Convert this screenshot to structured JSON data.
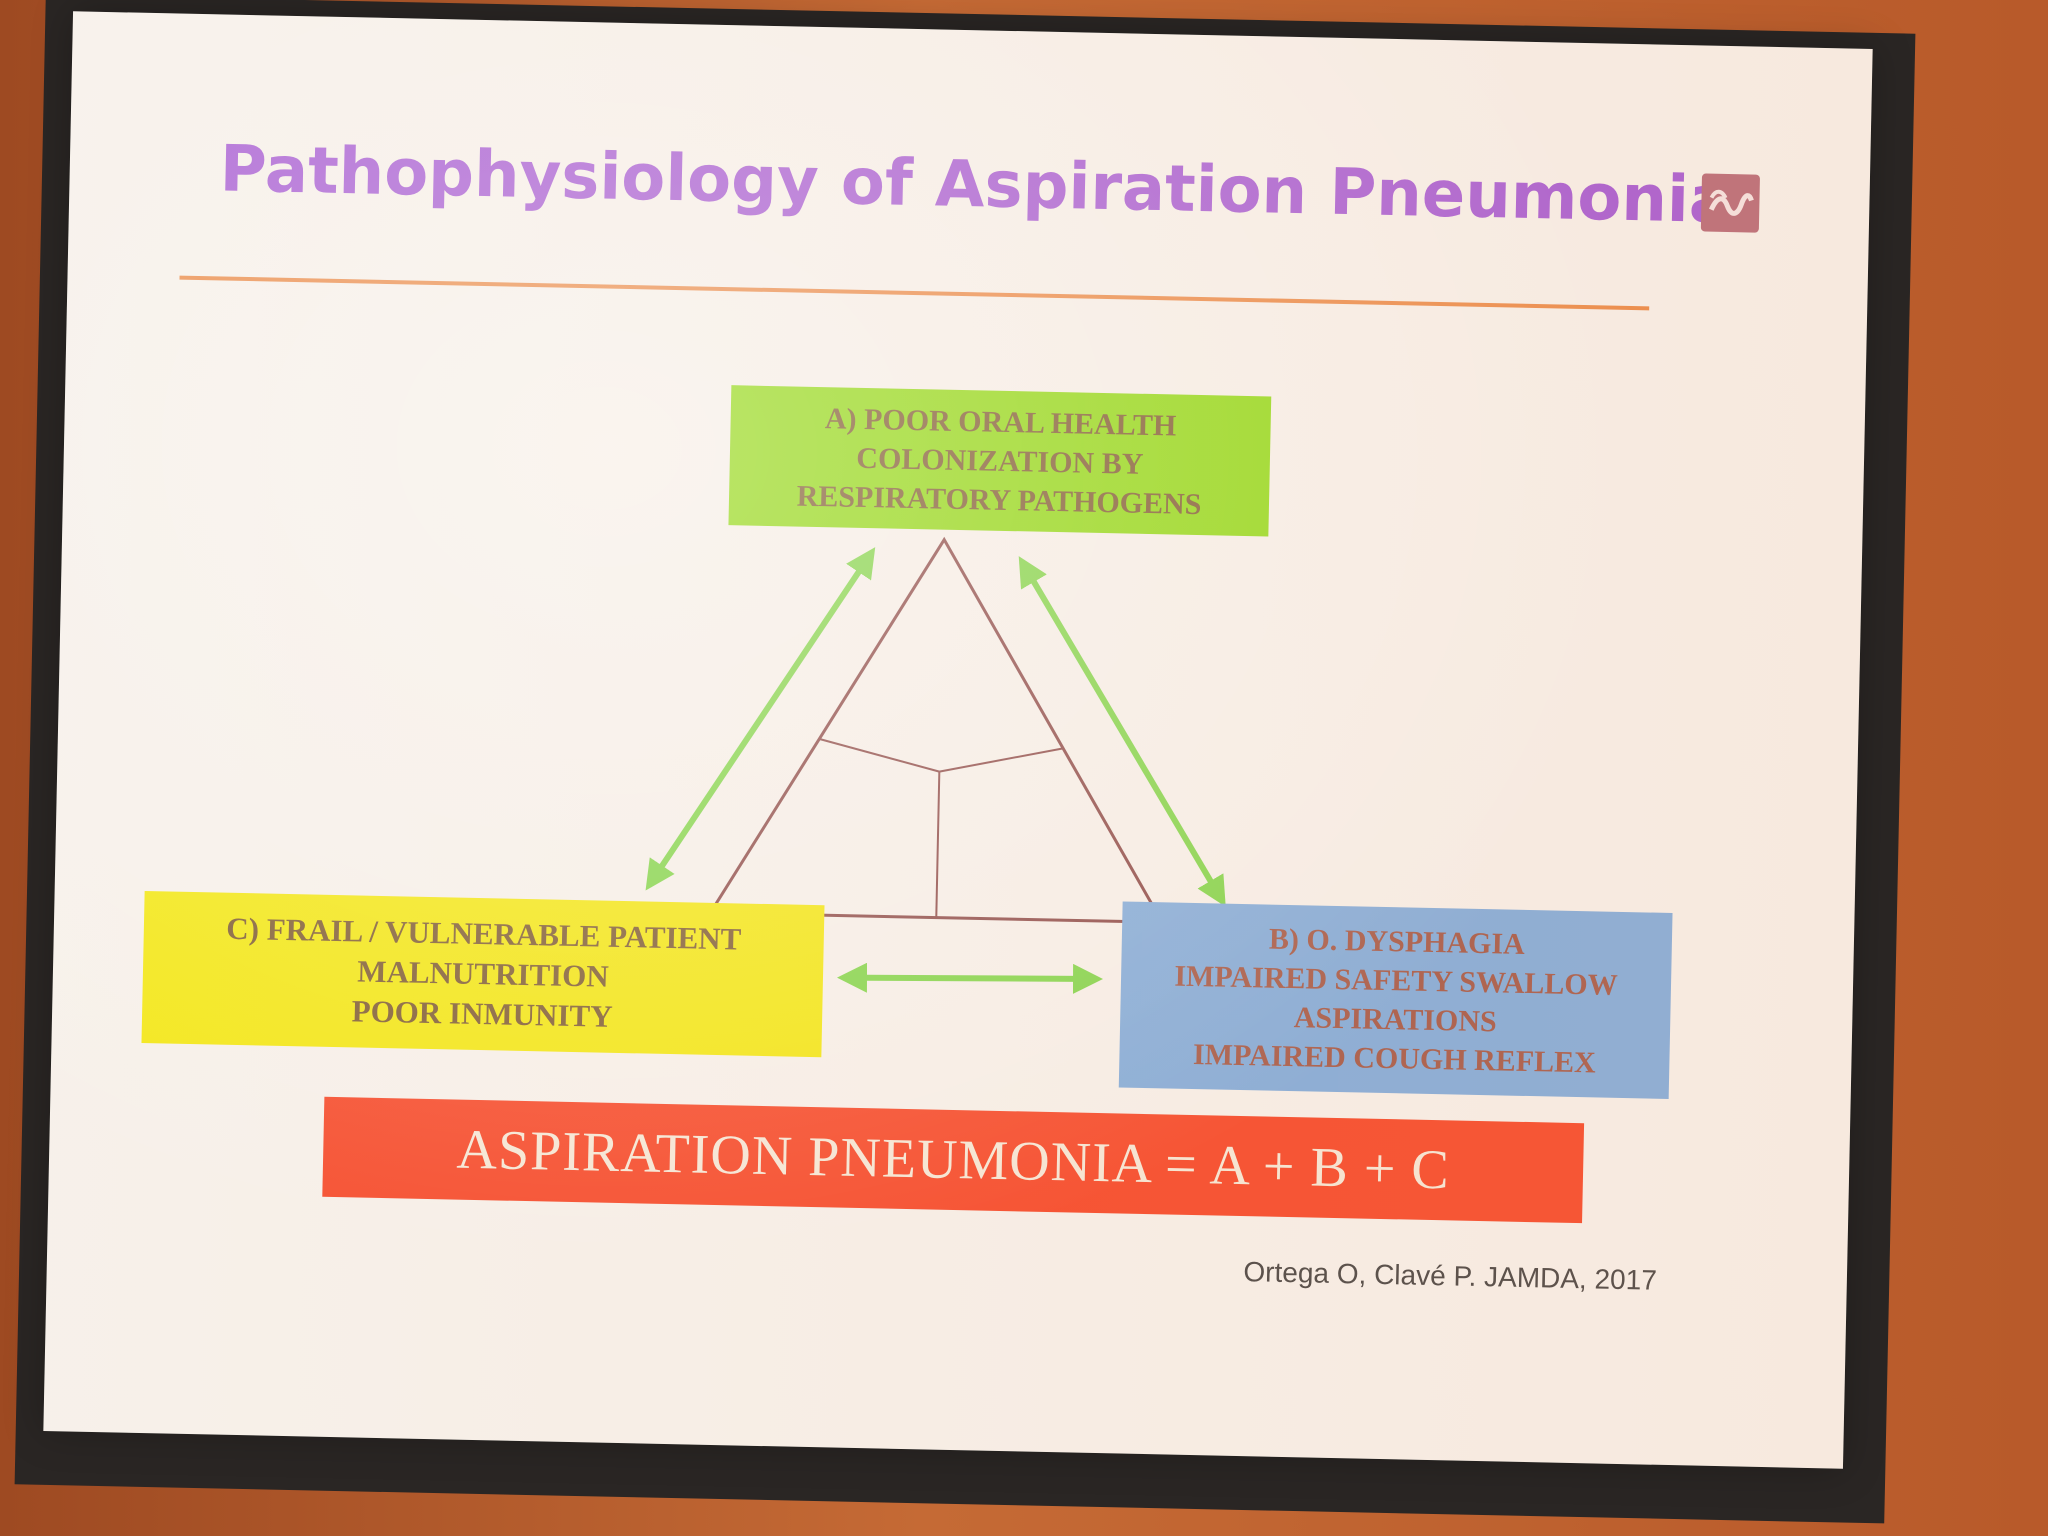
{
  "slide": {
    "title": "Pathophysiology of Aspiration Pneumonia",
    "logo_icon": "mm-logo-icon",
    "box_a": {
      "lines": [
        "A) POOR ORAL HEALTH",
        "COLONIZATION BY",
        "RESPIRATORY PATHOGENS"
      ]
    },
    "box_b": {
      "lines": [
        "B) O. DYSPHAGIA",
        "IMPAIRED SAFETY SWALLOW",
        "ASPIRATIONS",
        "IMPAIRED COUGH REFLEX"
      ]
    },
    "box_c": {
      "lines": [
        "C) FRAIL / VULNERABLE PATIENT",
        "MALNUTRITION",
        "POOR INMUNITY"
      ]
    },
    "formula": "ASPIRATION PNEUMONIA = A + B + C",
    "citation": "Ortega O, Clavé P. JAMDA, 2017"
  },
  "colors": {
    "title": "#a45bd8",
    "rule": "#e98a48",
    "box_a_bg": "#8ddc12",
    "box_b_bg": "#7faee0",
    "box_c_bg": "#f2ea0f",
    "formula_bg": "#f5482a",
    "arrows": "#7ed84a",
    "triangle": "#8a4a4a"
  }
}
